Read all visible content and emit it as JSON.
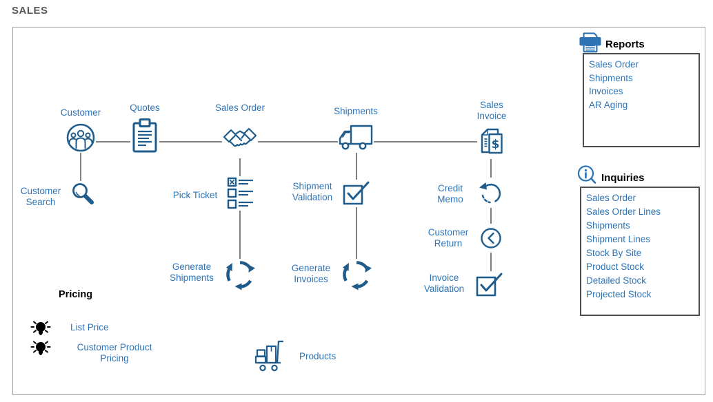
{
  "title": "SALES",
  "flow": {
    "top_nodes": [
      {
        "label": "Customer",
        "icon": "customer-group"
      },
      {
        "label": "Quotes",
        "icon": "clipboard"
      },
      {
        "label": "Sales Order",
        "icon": "handshake"
      },
      {
        "label": "Shipments",
        "icon": "truck"
      },
      {
        "label": "Sales Invoice",
        "icon": "document-dollar"
      }
    ],
    "sub_nodes": [
      {
        "label": "Customer Search",
        "icon": "magnifier"
      },
      {
        "label": "Pick Ticket",
        "icon": "checklist"
      },
      {
        "label": "Generate Shipments",
        "icon": "recycle-arrows"
      },
      {
        "label": "Shipment Validation",
        "icon": "checkbox-check"
      },
      {
        "label": "Generate Invoices",
        "icon": "recycle-arrows"
      },
      {
        "label": "Credit Memo",
        "icon": "circular-arrow"
      },
      {
        "label": "Customer Return",
        "icon": "circle-chevron-left"
      },
      {
        "label": "Invoice Validation",
        "icon": "checkbox-check"
      }
    ],
    "invoice_currency_symbol": "$"
  },
  "pricing": {
    "heading": "Pricing",
    "items": [
      {
        "label": "List Price",
        "icon": "lightbulb"
      },
      {
        "label": "Customer Product Pricing",
        "icon": "lightbulb"
      }
    ]
  },
  "products": {
    "label": "Products",
    "icon": "hand-truck"
  },
  "reports": {
    "heading": "Reports",
    "icon": "printer",
    "items": [
      "Sales Order",
      "Shipments",
      "Invoices",
      "AR Aging"
    ]
  },
  "inquiries": {
    "heading": "Inquiries",
    "icon": "info",
    "items": [
      "Sales Order",
      "Sales Order Lines",
      "Shipments",
      "Shipment Lines",
      "Stock By Site",
      "Product Stock",
      "Detailed Stock",
      "Projected Stock"
    ]
  },
  "colors": {
    "link_blue": "#2e74b5",
    "icon_blue": "#1f5c8b",
    "line_gray": "#7f7f7f",
    "outer_border": "#a3a3a3",
    "panel_border": "#4d4d4d",
    "title_gray": "#595959"
  }
}
